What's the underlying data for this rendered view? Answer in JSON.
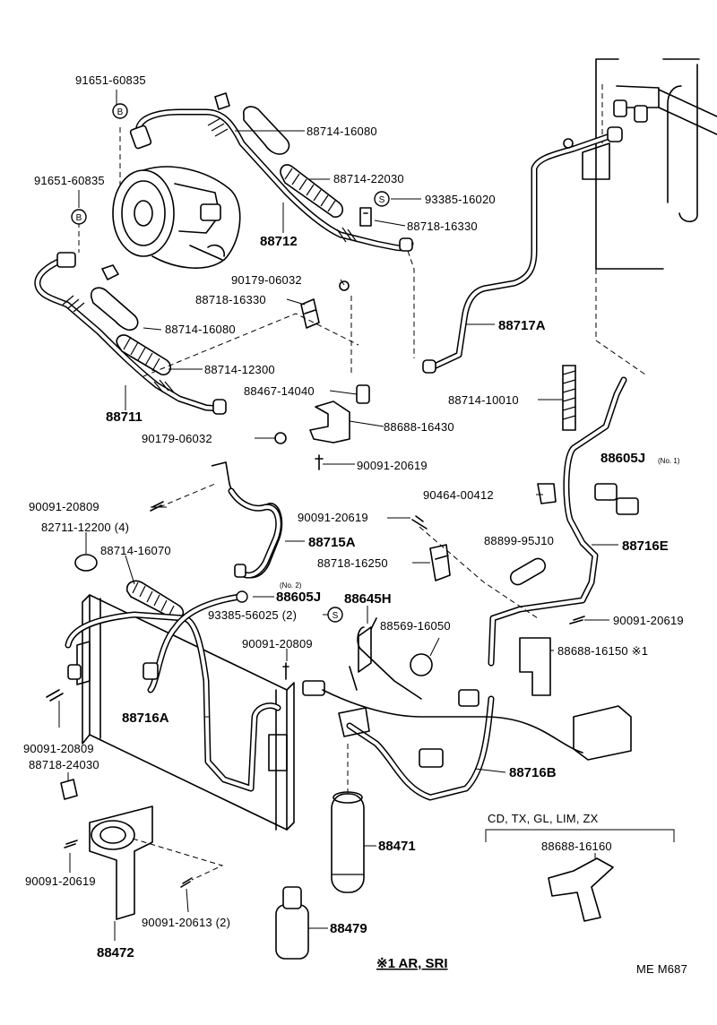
{
  "labels": {
    "p_9165160835_a": "91651-60835",
    "p_9165160835_b": "91651-60835",
    "p_8871416080_a": "88714-16080",
    "p_8871422030": "88714-22030",
    "p_9338516020": "93385-16020",
    "p_8871816330_a": "88718-16330",
    "p_88712": "88712",
    "p_9017906032_a": "90179-06032",
    "p_8871816330_b": "88718-16330",
    "p_8871416080_b": "88714-16080",
    "p_88717A": "88717A",
    "p_8871412300": "88714-12300",
    "p_8846714040": "88467-14040",
    "p_8871410010": "88714-10010",
    "p_88711": "88711",
    "p_8868816430": "88688-16430",
    "p_9017906032_b": "90179-06032",
    "p_9009120619_a": "90091-20619",
    "p_88605J_no1": "88605J",
    "p_no1": "(No. 1)",
    "p_9046400412": "90464-00412",
    "p_9009120809_a": "90091-20809",
    "p_9009120619_b": "90091-20619",
    "p_8271112200": "82711-12200 (4)",
    "p_88715A": "88715A",
    "p_8889995J10": "88899-95J10",
    "p_88716E": "88716E",
    "p_8871416070": "88714-16070",
    "p_8871816250": "88718-16250",
    "p_no2": "(No. 2)",
    "p_88605J_no2": "88605J",
    "p_88645H": "88645H",
    "p_9338556025": "93385-56025 (2)",
    "p_9009120619_c": "90091-20619",
    "p_8856916050": "88569-16050",
    "p_8868816150": "88688-16150 ※1",
    "p_9009120809_b": "90091-20809",
    "p_88716A": "88716A",
    "p_9009120809_c": "90091-20809",
    "p_8871824030": "88718-24030",
    "p_88716B": "88716B",
    "p_88471": "88471",
    "p_9009120619_d": "90091-20619",
    "p_9009120613": "90091-20613 (2)",
    "p_88479": "88479",
    "p_88472": "88472",
    "variants": "CD, TX, GL, LIM, ZX",
    "p_8868816160": "88688-16160",
    "footnote": "※1 AR, SRI",
    "code": "ME M687"
  },
  "markers": {
    "b1": "B",
    "b2": "B",
    "s1": "S",
    "s2": "S"
  }
}
